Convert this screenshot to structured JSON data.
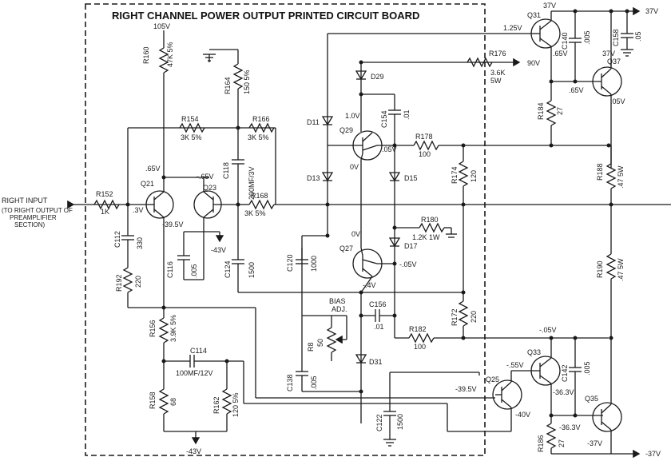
{
  "title": "RIGHT  CHANNEL  POWER  OUTPUT  PRINTED  CIRCUIT  BOARD",
  "input": {
    "label": "RIGHT INPUT",
    "note_lines": [
      "(TO RIGHT OUTPUT OF",
      "PREAMPLIFIER",
      "SECTION)"
    ]
  },
  "labels": {
    "r160_name": "R160",
    "r160_val": "47K 5%",
    "r160_supply": "105V",
    "r164_name": "R164",
    "r164_val": "150 5%",
    "r154_name": "R154",
    "r154_val": "3K 5%",
    "r166_name": "R166",
    "r166_val": "3K 5%",
    "r168_name": "R168",
    "r168_val": "3K 5%",
    "r152_name": "R152",
    "r152_val": "1K",
    "q21": "Q21",
    "q23": "Q23",
    "v_q21_c": ".65V",
    "v_q21_b": ".3V",
    "v_q21_e": "-39.5V",
    "v_q23_c": "-.65V",
    "v_q23_e": "-43V",
    "c118_name": "C118",
    "c118_val": "200MF/3V",
    "c112_name": "C112",
    "c112_val": "330",
    "c116_name": "C116",
    "c116_val": ".005",
    "c124_name": "C124",
    "c124_val": "1500",
    "r192_name": "R192",
    "r192_val": "220",
    "r156_name": "R156",
    "r156_val": "3.9K 5%",
    "c114_name": "C114",
    "c114_val": "100MF/12V",
    "r158_name": "R158",
    "r158_val": "68",
    "r162_name": "R162",
    "r162_val": "120 5%",
    "v_bottom": "-43V",
    "d11": "D11",
    "d13": "D13",
    "d29": "D29",
    "d15": "D15",
    "d17": "D17",
    "d31": "D31",
    "q29": "Q29",
    "v_q29_b": "1.0V",
    "v_q29_c": "0V",
    "v_q29_e": ".05V",
    "c154_name": "C154",
    "c154_val": ".01",
    "r176_name": "R176",
    "r176_val1": "3.6K",
    "r176_val2": "5W",
    "v_90": "90V",
    "r178_name": "R178",
    "r178_val": "100",
    "r174_name": "R174",
    "r174_val": "120",
    "r180_name": "R180",
    "r180_val": "1.2K 1W",
    "q27": "Q27",
    "v_q27_b": "0V",
    "v_q27_e": "-.05V",
    "v_q27_c": "-.4V",
    "c120_name": "C120",
    "c120_val": "1000",
    "bias1": "BIAS",
    "bias2": "ADJ.",
    "r8_name": "R8",
    "r8_val": "50",
    "c156_name": "C156",
    "c156_val": ".01",
    "r172_name": "R172",
    "r172_val": "220",
    "r182_name": "R182",
    "r182_val": "100",
    "c138_name": "C138",
    "c138_val": ".005",
    "c122_name": "C122",
    "c122_val": "1500",
    "q31": "Q31",
    "v_q31_b": "1.25V",
    "v_q31_c": "37V",
    "v_q31_e": ".65V",
    "c140_name": "C140",
    "c140_val": ".005",
    "c158_name": "C158",
    "c158_val": ".05",
    "v_37_rail": "37V",
    "q37": "Q37",
    "v_q37_c": "37V",
    "v_q37_b": ".65V",
    "v_q37_e": ".05V",
    "r184_name": "R184",
    "r184_val": "27",
    "r188_name": "R188",
    "r188_val": ".47 5W",
    "r190_name": "R190",
    "r190_val": ".47 5W",
    "q33": "Q33",
    "v_q33_top": "-.05V",
    "v_q33_b": "-.55V",
    "v_q33_e": "-36.3V",
    "c142_name": "C142",
    "c142_val": ".005",
    "q25": "Q25",
    "v_q25_b": "-39.5V",
    "v_q25_e": "-40V",
    "q35": "Q35",
    "v_q35_b": "-36.3V",
    "v_q35_c": "-37V",
    "r186_name": "R186",
    "r186_val": "27",
    "v_neg37_rail": "-37V"
  }
}
